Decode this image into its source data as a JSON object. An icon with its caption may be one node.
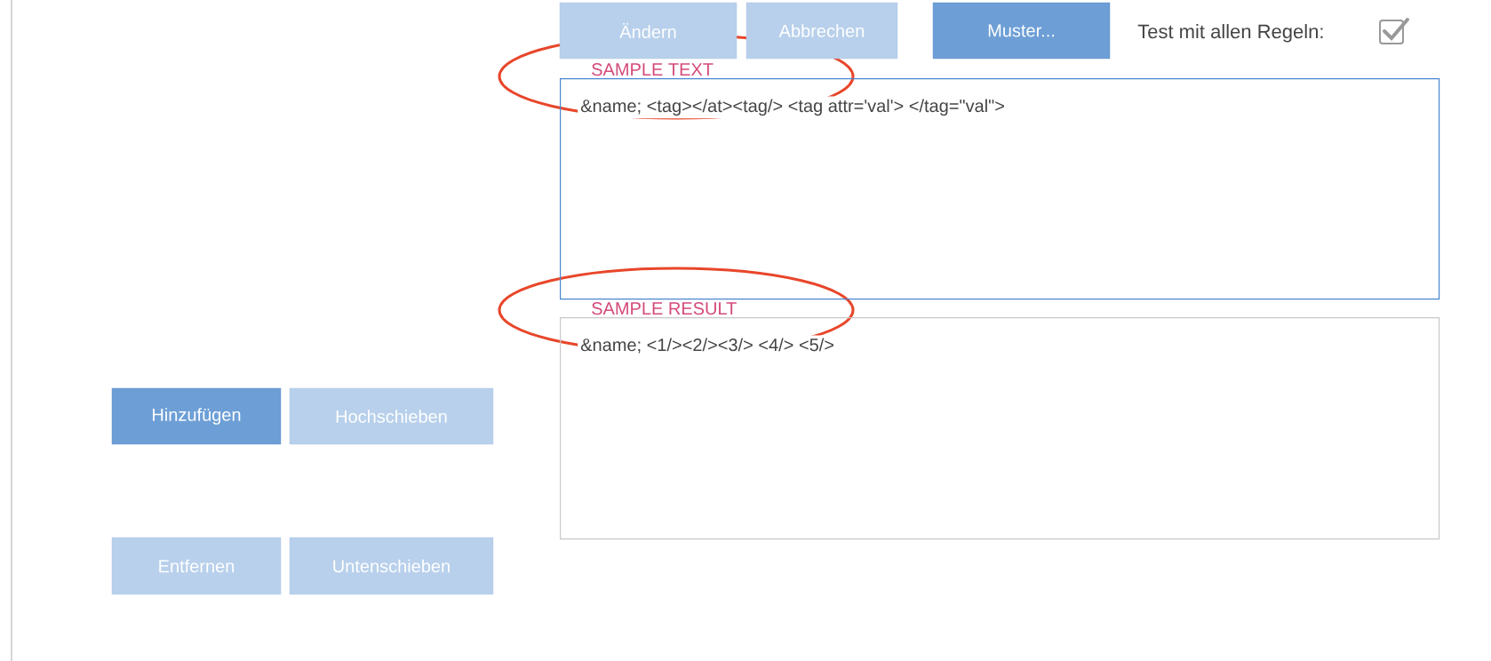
{
  "diagram": {
    "nodes": [
      {
        "text": [
          "Ändern"
        ]
      },
      {
        "text": [
          "Abbrechen"
        ]
      },
      {
        "text": [
          "Muster..."
        ]
      },
      {
        "text": [
          "SAMPLE TEXT",
          "&name; <tag></at><tag/> <tag attr='val'> </tag=\"val\">"
        ]
      },
      {
        "text": [
          "SAMPLE RESULT",
          "&name; <1/><2/><3/> <4/> <5/>"
        ]
      },
      {
        "text": [
          "Hinzufügen"
        ]
      },
      {
        "text": [
          "Hochschieben"
        ]
      },
      {
        "text": [
          "Entfernen"
        ]
      },
      {
        "text": [
          "Untenschieben"
        ]
      }
    ],
    "labels": [
      "Test mit allen Regeln:"
    ]
  }
}
